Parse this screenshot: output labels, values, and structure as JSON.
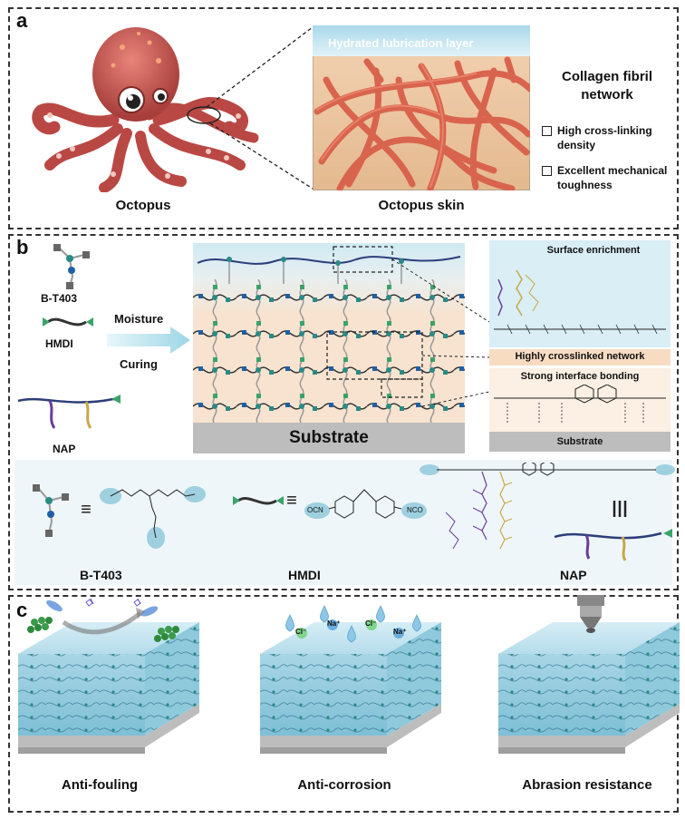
{
  "panel_a": {
    "label": "a",
    "octopus_caption": "Octopus",
    "skin_caption": "Octopus skin",
    "hydrated_layer": "Hydrated lubrication layer",
    "collagen_title": "Collagen fibril network",
    "bullets": [
      "High cross-linking density",
      "Excellent mechanical toughness"
    ]
  },
  "panel_b": {
    "label": "b",
    "components": [
      "B-T403",
      "HMDI",
      "NAP"
    ],
    "arrow_top": "Moisture",
    "arrow_bottom": "Curing",
    "substrate": "Substrate",
    "surface_enrichment": "Surface enrichment",
    "crosslinked": "Highly crosslinked network",
    "interface": "Strong interface bonding",
    "inset_substrate": "Substrate",
    "legend_labels": [
      "B-T403",
      "HMDI",
      "NAP"
    ],
    "legend_equiv": "≡",
    "legend_parallel": "|||",
    "ocn": "OCN",
    "nco": "NCO"
  },
  "panel_c": {
    "label": "c",
    "captions": [
      "Anti-fouling",
      "Anti-corrosion",
      "Abrasion resistance"
    ],
    "ions": [
      "Na⁺",
      "Cl⁻",
      "Cl⁻",
      "Na⁺"
    ]
  },
  "colors": {
    "octopus": "#c9514a",
    "fiber": "#d9644e",
    "water": "#cfeaf3",
    "network_bg": "#f6e4d2",
    "chain": "#2c3e7a",
    "node": "#2a8a86",
    "purple": "#6a3d9a",
    "gold": "#c9a84a",
    "substrate": "#bdbdbd"
  }
}
